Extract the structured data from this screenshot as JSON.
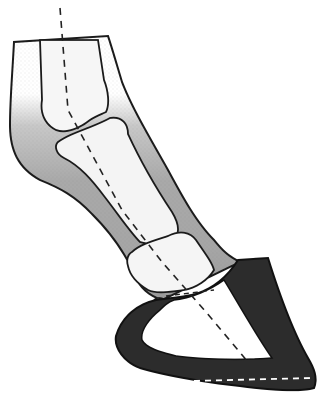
{
  "colors": {
    "background": "#ffffff",
    "outline": "#1a1a1a",
    "dashed_line": "#222222",
    "hoof_wall": "#2b2b2b",
    "hoof_wall_edge": "#111111",
    "skin_top": "#ffffff",
    "skin_mid": "#bdbdbd",
    "skin_dark": "#8c8c8c",
    "bone_fill": "#f4f4f4",
    "hoof_inner": "#ffffff",
    "ground_dash": "#ffffff"
  },
  "icons": {
    "limb": "horse-lower-limb-illustration",
    "axis": "hoof-pastern-axis-dashed-line",
    "hoof": "hoof-capsule-shape"
  }
}
